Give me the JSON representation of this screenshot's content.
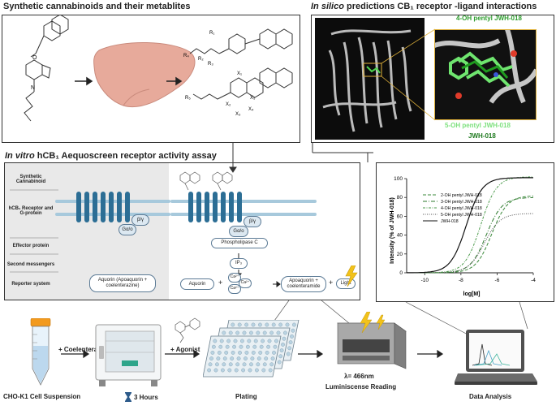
{
  "top_left": {
    "title": "Synthetic cannabinoids and their metablites",
    "atom_r1": "R₁",
    "atom_r2": "R₂",
    "atom_r3": "R₃",
    "atom_r4": "R₄",
    "atom_x1": "X₁",
    "atom_x2": "X₂",
    "atom_x3": "X₃",
    "atom_x4": "X₄",
    "atom_x5": "X₅",
    "atom_r": "R₅"
  },
  "top_right": {
    "title_italic": "In silico",
    "title_rest": "predictions CB₁ receptor -ligand interactions",
    "label_4oh": "4-OH pentyl JWH-018",
    "label_5oh": "5-OH pentyl JWH-018",
    "label_jwh": "JWH-018",
    "color_4oh": "#2e9e2e",
    "color_5oh": "#7de07d",
    "color_jwh": "#1f7a1f"
  },
  "assay": {
    "title_italic": "In vitro",
    "title_rest": "hCB₁ Aequoscreen receptor activity assay",
    "rows": [
      "Synthetic Cannabinoid",
      "hCB₁ Receptor and G-protein",
      "Effector protein",
      "Second messengers",
      "Reporter system"
    ],
    "beta_gamma_left": "β/γ",
    "galpha_left": "Gα/o",
    "beta_gamma_right": "β/γ",
    "galpha_right": "Gα/o",
    "reporter_left": "Aquorin (Apoaquorin + coelenterazine)",
    "phospholipase": "Phospholipase C",
    "ip3": "IP₃",
    "aquorin": "Aquorin",
    "ca1": "Ca²⁺",
    "ca2": "Ca²⁺",
    "ca3": "Ca²⁺",
    "apoaquorin": "Apoaquorin + coelenteramide",
    "light": "Light",
    "plus": "+"
  },
  "chart_data": {
    "type": "line",
    "xlabel": "log[M]",
    "ylabel": "Intensity (% of JWH-018)",
    "xlim": [
      -11,
      -4
    ],
    "ylim": [
      0,
      100
    ],
    "xticks": [
      "-10",
      "-8",
      "-6",
      "-4"
    ],
    "yticks": [
      "0",
      "20",
      "40",
      "60",
      "80",
      "100"
    ],
    "legend": "top-left",
    "series": [
      {
        "name": "2-OH pentyl JWH-018",
        "style": "dash",
        "top": 82,
        "ec50": -6.3
      },
      {
        "name": "3-OH pentyl JWH-018",
        "style": "dashdot",
        "top": 80,
        "ec50": -6.6
      },
      {
        "name": "4-OH pentyl JWH-018",
        "style": "dashdot2",
        "top": 102,
        "ec50": -6.9
      },
      {
        "name": "5-OH pentyl JWH-018",
        "style": "dot",
        "top": 63,
        "ec50": -6.7
      },
      {
        "name": "JWH-018",
        "style": "solid",
        "top": 101,
        "ec50": -7.7
      }
    ]
  },
  "workflow": {
    "plus_coelenterazine": "+ Coelenterazine",
    "plus_agonist": "+ Agonist",
    "cho_label": "CHO-K1 Cell Suspension",
    "hours_label": "3 Hours",
    "plating_label": "Plating",
    "wavelength_label": "λ= 466nm",
    "reading_label": "Luminiscense Reading",
    "analysis_label": "Data Analysis",
    "hourglass_icon": "hourglass-icon"
  }
}
